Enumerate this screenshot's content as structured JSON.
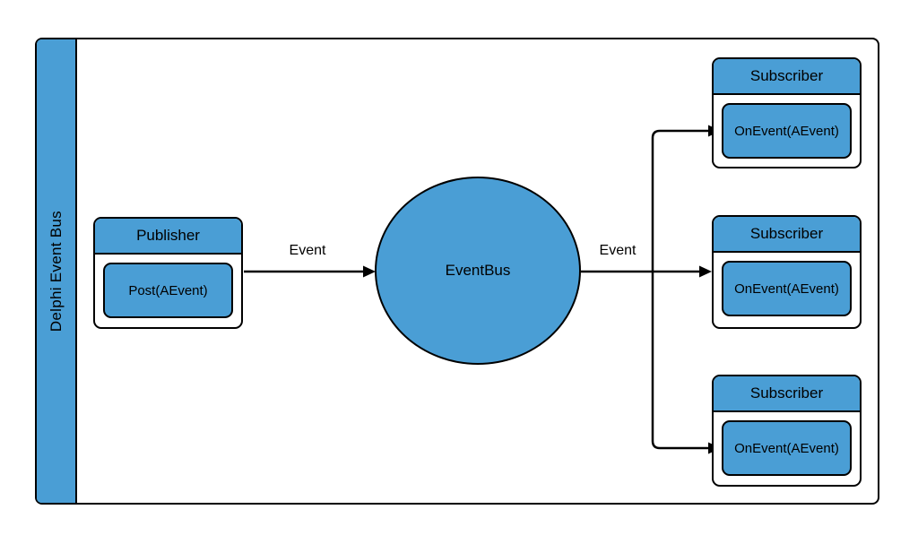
{
  "diagram": {
    "title": "Delphi Event Bus",
    "colors": {
      "node_fill": "#4A9ED5",
      "border": "#000000",
      "background": "#ffffff",
      "text": "#000000"
    },
    "publisher": {
      "title": "Publisher",
      "method": "Post(AEvent)"
    },
    "event_bus": {
      "label": "EventBus"
    },
    "subscribers": [
      {
        "title": "Subscriber",
        "method": "OnEvent(AEvent)"
      },
      {
        "title": "Subscriber",
        "method": "OnEvent(AEvent)"
      },
      {
        "title": "Subscriber",
        "method": "OnEvent(AEvent)"
      }
    ],
    "arrows": {
      "publisher_to_bus_label": "Event",
      "bus_to_subscribers_label": "Event"
    }
  }
}
